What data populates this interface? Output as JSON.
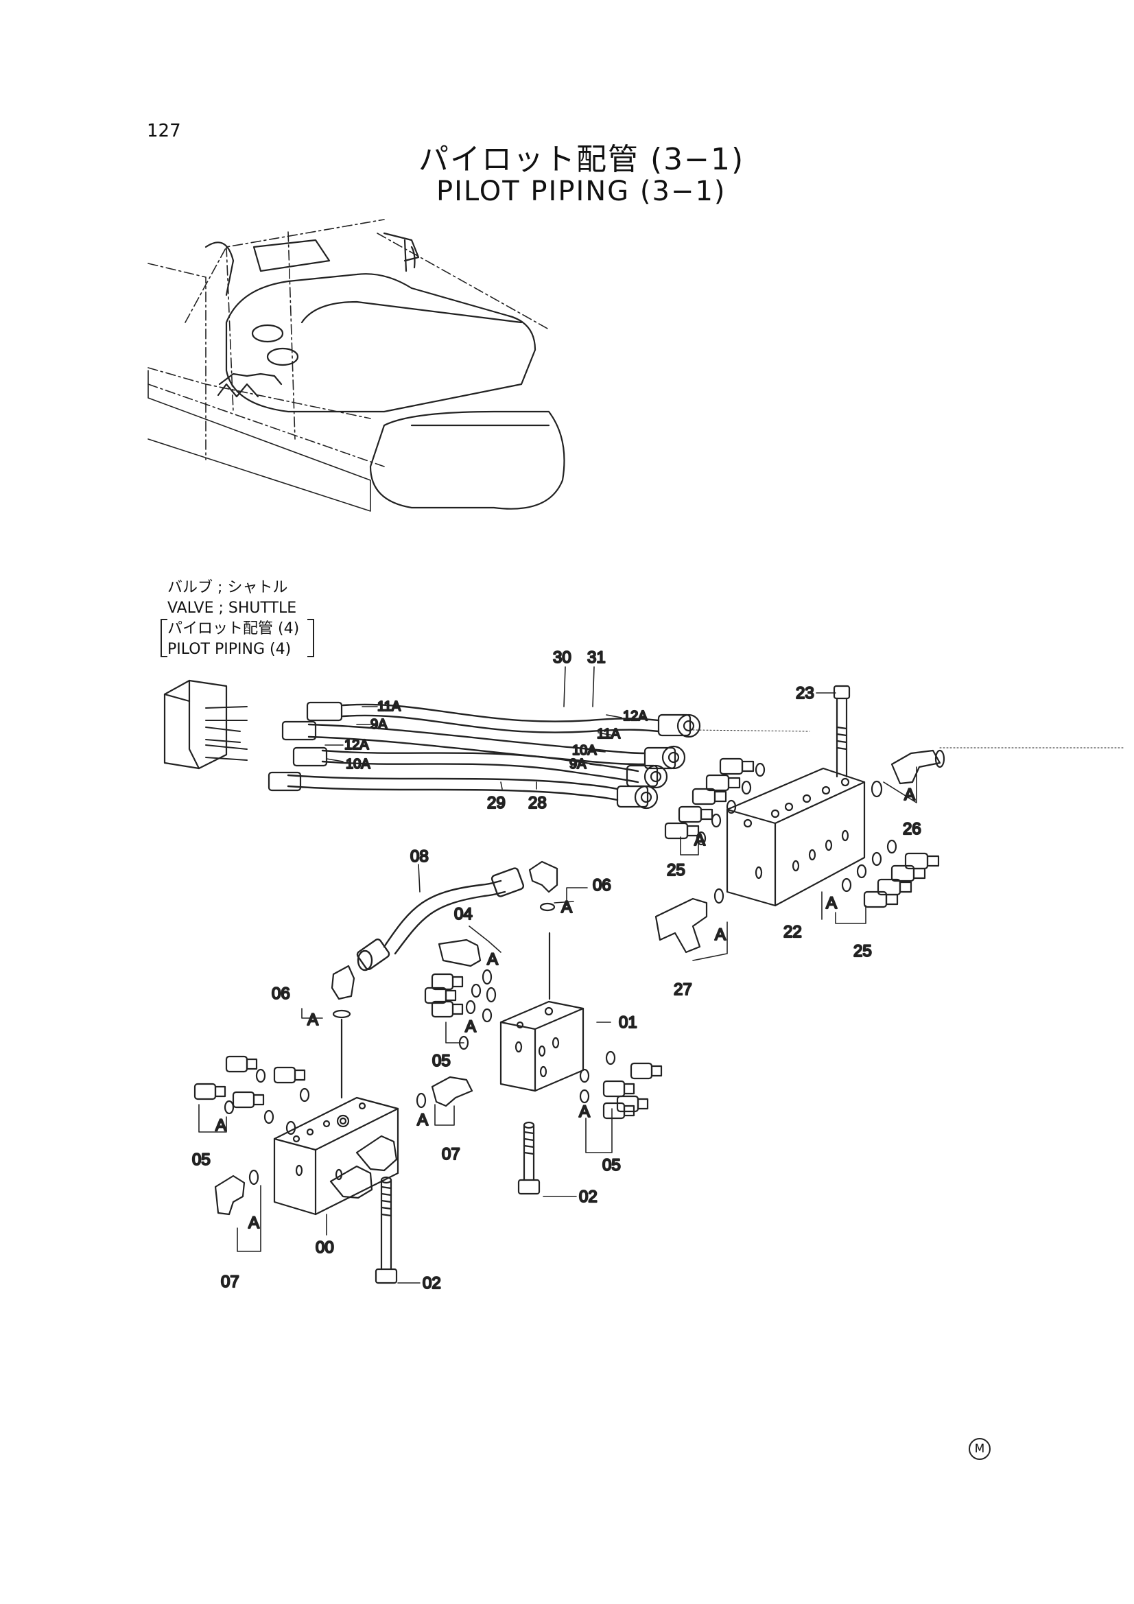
{
  "page_number": "127",
  "title_jp": "パイロット配管 (3−1)",
  "title_en": "PILOT PIPING (3−1)",
  "reference": {
    "line1_jp": "バルブ ; シャトル",
    "line2_en": "VALVE ; SHUTTLE",
    "line3_jp": "パイロット配管 (4)",
    "line4_en": "PILOT PIPING (4)"
  },
  "callouts": {
    "c30": "30",
    "c31": "31",
    "c23": "23",
    "c11A_l": "11A",
    "c9A_l": "9A",
    "c12A_l": "12A",
    "c10A_l": "10A",
    "c12A_r": "12A",
    "c11A_r": "11A",
    "c10A_r": "10A",
    "c9A_r": "9A",
    "c29": "29",
    "c28": "28",
    "c26": "26",
    "c25_a": "25",
    "c25_b": "25",
    "c22": "22",
    "c27": "27",
    "c08": "08",
    "c06_a": "06",
    "c06_b": "06",
    "c04": "04",
    "c01": "01",
    "c05_a": "05",
    "c05_b": "05",
    "c05_c": "05",
    "c07_a": "07",
    "c07_b": "07",
    "c02_a": "02",
    "c02_b": "02",
    "c00": "00",
    "cA1": "A",
    "cA2": "A",
    "cA3": "A",
    "cA4": "A",
    "cA5": "A",
    "cA6": "A",
    "cA7": "A",
    "cA8": "A",
    "cA9": "A",
    "cA10": "A",
    "cA11": "A",
    "cA12": "A"
  },
  "manufacturer_mark": "M"
}
